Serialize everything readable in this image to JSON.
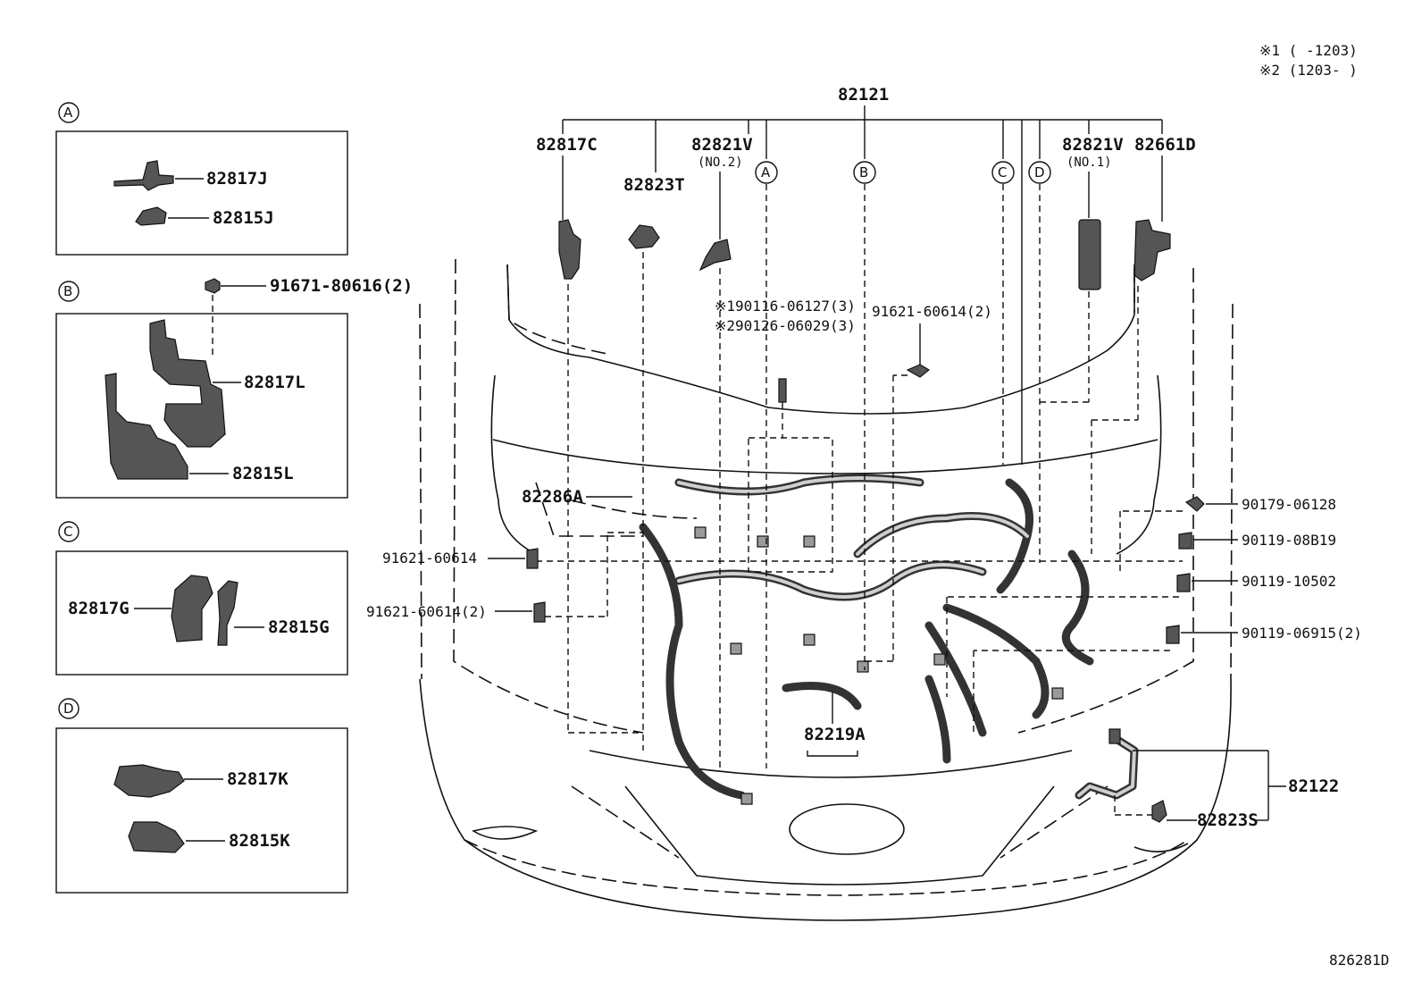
{
  "legend": {
    "note1": "※1 (   -1203)",
    "note2": "※2 (1203-   )"
  },
  "figure_code": "826281D",
  "main_harness": {
    "part_no": "82121",
    "connections": [
      "82817C",
      "82823T",
      "82821V",
      "(NO.2)",
      "A",
      "B",
      "C",
      "D",
      "82821V",
      "(NO.1)",
      "82661D"
    ]
  },
  "detail_boxes": [
    {
      "letter": "A",
      "parts": [
        "82817J",
        "82815J"
      ]
    },
    {
      "letter": "B",
      "parts": [
        "91671-80616(2)",
        "82817L",
        "82815L"
      ]
    },
    {
      "letter": "C",
      "parts": [
        "82817G",
        "82815G"
      ]
    },
    {
      "letter": "D",
      "parts": [
        "82817K",
        "82815K"
      ]
    }
  ],
  "callouts": {
    "c_90116": "※190116-06127(3)",
    "c_90126": "※290126-06029(3)",
    "c_91621_top": "91621-60614(2)",
    "c_82286A": "82286A",
    "c_91621_a": "91621-60614",
    "c_91621_b": "91621-60614(2)",
    "c_90179": "90179-06128",
    "c_90119_a": "90119-08B19",
    "c_90119_b": "90119-10502",
    "c_90119_c": "90119-06915(2)",
    "c_82219A": "82219A",
    "c_82122": "82122",
    "c_82823S": "82823S"
  }
}
